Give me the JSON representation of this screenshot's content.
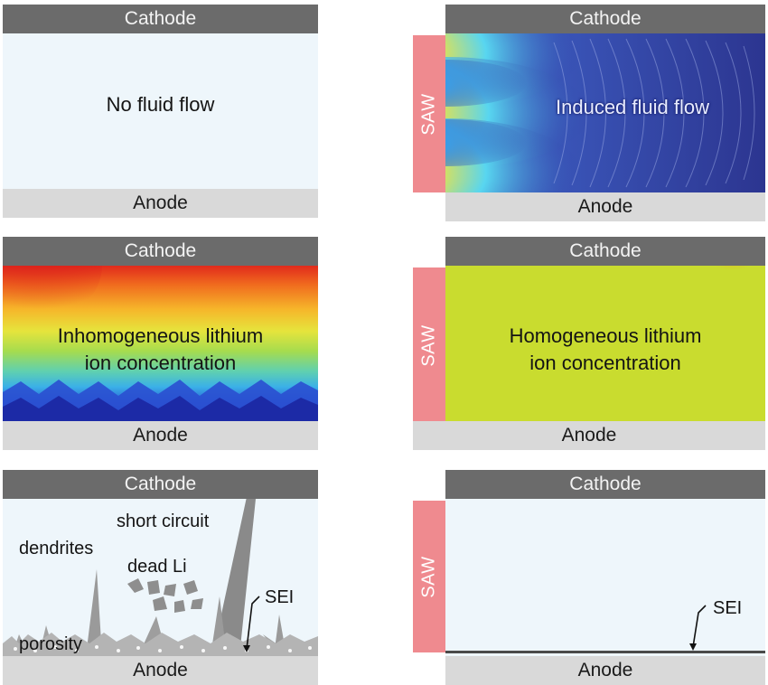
{
  "panels": {
    "p1": {
      "cathode": "Cathode",
      "anode": "Anode",
      "text": "No fluid flow"
    },
    "p2": {
      "cathode": "Cathode",
      "anode": "Anode",
      "saw": "SAW",
      "text": "Induced fluid flow"
    },
    "p3": {
      "cathode": "Cathode",
      "anode": "Anode",
      "text_line1": "Inhomogeneous lithium",
      "text_line2": "ion concentration"
    },
    "p4": {
      "cathode": "Cathode",
      "anode": "Anode",
      "saw": "SAW",
      "text_line1": "Homogeneous lithium",
      "text_line2": "ion concentration"
    },
    "p5": {
      "cathode": "Cathode",
      "anode": "Anode",
      "short_circuit": "short circuit",
      "dendrites": "dendrites",
      "dead_li": "dead Li",
      "sei": "SEI",
      "porosity": "porosity"
    },
    "p6": {
      "cathode": "Cathode",
      "anode": "Anode",
      "saw": "SAW",
      "sei": "SEI"
    }
  },
  "colors": {
    "cathode_bar": "#6b6b6b",
    "anode_bar": "#d9d9d9",
    "electrolyte": "#eef6fb",
    "saw": "#ef8a8f",
    "homogeneous": "#c9dc2f",
    "flow_base": "#2a3a9a"
  }
}
